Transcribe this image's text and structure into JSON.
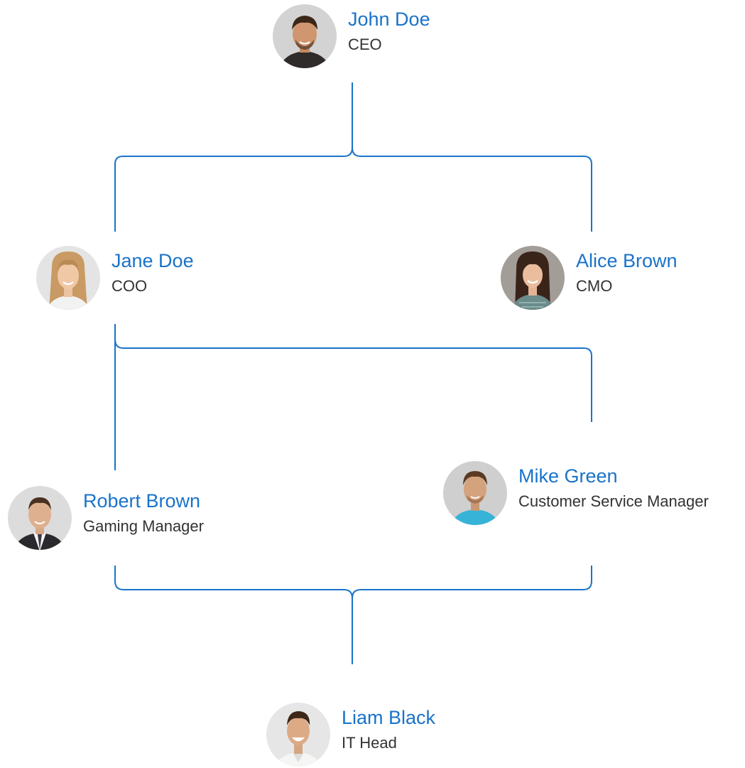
{
  "colors": {
    "accent": "#1a73c9",
    "role_text": "#333333",
    "background": "#ffffff"
  },
  "nodes": {
    "john": {
      "name": "John Doe",
      "role": "CEO",
      "icon": "avatar-photo"
    },
    "jane": {
      "name": "Jane Doe",
      "role": "COO",
      "icon": "avatar-photo"
    },
    "alice": {
      "name": "Alice Brown",
      "role": "CMO",
      "icon": "avatar-photo"
    },
    "robert": {
      "name": "Robert Brown",
      "role": "Gaming Manager",
      "icon": "avatar-photo"
    },
    "mike": {
      "name": "Mike Green",
      "role": "Customer Service Manager",
      "icon": "avatar-photo"
    },
    "liam": {
      "name": "Liam Black",
      "role": "IT Head",
      "icon": "avatar-photo"
    }
  },
  "edges": [
    {
      "from": "john",
      "to": "jane"
    },
    {
      "from": "john",
      "to": "alice"
    },
    {
      "from": "jane",
      "to": "robert"
    },
    {
      "from": "jane",
      "to": "mike"
    },
    {
      "from": "robert",
      "to": "liam"
    },
    {
      "from": "mike",
      "to": "liam"
    }
  ]
}
